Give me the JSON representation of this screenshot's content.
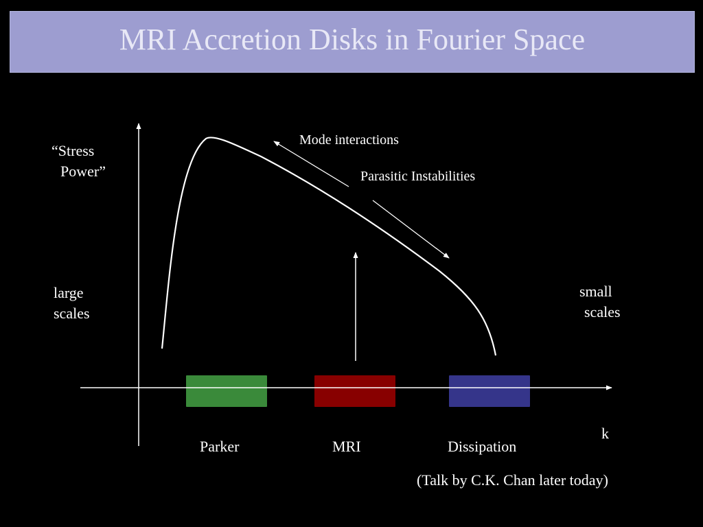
{
  "title": "MRI Accretion Disks in Fourier Space",
  "colors": {
    "background": "#000000",
    "title_bar": "#9d9dd0",
    "title_text": "#e8e8f6",
    "parker": "#3a8a3a",
    "mri": "#880000",
    "dissipation": "#35358a",
    "foreground": "#ffffff"
  },
  "y_axis_label": [
    "“Stress",
    "Power”"
  ],
  "x_axis_label": "k",
  "large_scales": [
    "large",
    "scales"
  ],
  "small_scales": [
    "small",
    "scales"
  ],
  "annotations": {
    "mode_interactions": "Mode interactions",
    "parasitic_instabilities": "Parasitic Instabilities"
  },
  "regions": [
    {
      "key": "parker",
      "label": "Parker"
    },
    {
      "key": "mri",
      "label": "MRI"
    },
    {
      "key": "dissipation",
      "label": "Dissipation"
    }
  ],
  "footnote": "(Talk by C.K. Chan later today)"
}
